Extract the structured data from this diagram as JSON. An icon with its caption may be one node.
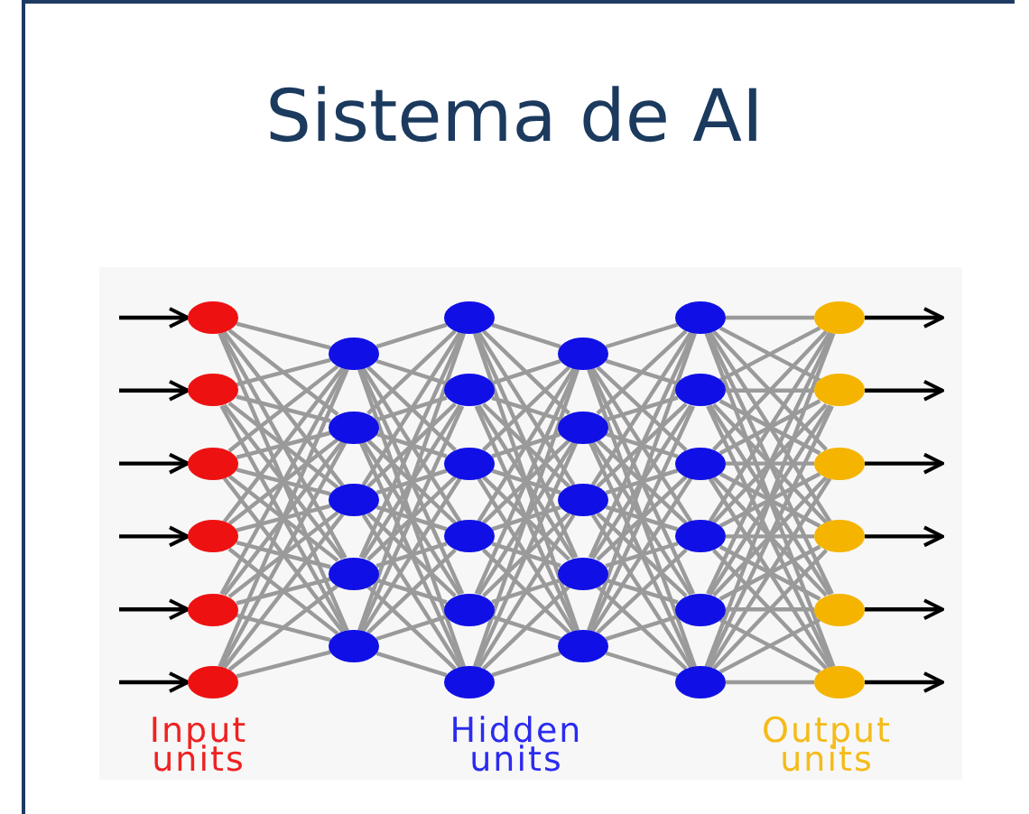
{
  "diagram": {
    "title": "Sistema de AI",
    "nodes": [
      {
        "text": [],
        "shape": "circle"
      },
      {
        "text": [],
        "shape": "circle"
      },
      {
        "text": [],
        "shape": "circle"
      },
      {
        "text": [],
        "shape": "circle"
      },
      {
        "text": [],
        "shape": "circle"
      },
      {
        "text": [],
        "shape": "circle"
      },
      {
        "text": [],
        "shape": "circle"
      },
      {
        "text": [],
        "shape": "circle"
      },
      {
        "text": [],
        "shape": "circle"
      },
      {
        "text": [],
        "shape": "circle"
      },
      {
        "text": [],
        "shape": "circle"
      },
      {
        "text": [],
        "shape": "circle"
      },
      {
        "text": [],
        "shape": "circle"
      },
      {
        "text": [],
        "shape": "circle"
      },
      {
        "text": [],
        "shape": "circle"
      },
      {
        "text": [],
        "shape": "circle"
      },
      {
        "text": [],
        "shape": "circle"
      },
      {
        "text": [],
        "shape": "circle"
      },
      {
        "text": [],
        "shape": "circle"
      },
      {
        "text": [],
        "shape": "circle"
      },
      {
        "text": [],
        "shape": "circle"
      },
      {
        "text": [],
        "shape": "circle"
      },
      {
        "text": [],
        "shape": "circle"
      },
      {
        "text": [],
        "shape": "circle"
      },
      {
        "text": [],
        "shape": "circle"
      },
      {
        "text": [],
        "shape": "circle"
      },
      {
        "text": [],
        "shape": "circle"
      },
      {
        "text": [],
        "shape": "circle"
      },
      {
        "text": [],
        "shape": "circle"
      },
      {
        "text": [],
        "shape": "circle"
      },
      {
        "text": [],
        "shape": "circle"
      },
      {
        "text": [],
        "shape": "circle"
      },
      {
        "text": [],
        "shape": "circle"
      },
      {
        "text": [],
        "shape": "circle"
      }
    ],
    "edges": [
      {
        "from": null,
        "to": 0,
        "arrow": "to",
        "color": "#000000"
      },
      {
        "from": null,
        "to": 1,
        "arrow": "to",
        "color": "#000000"
      },
      {
        "from": null,
        "to": 2,
        "arrow": "to",
        "color": "#000000"
      },
      {
        "from": null,
        "to": 3,
        "arrow": "to",
        "color": "#000000"
      },
      {
        "from": null,
        "to": 4,
        "arrow": "to",
        "color": "#000000"
      },
      {
        "from": null,
        "to": 5,
        "arrow": "to",
        "color": "#000000"
      },
      {
        "from": 0,
        "to": 6,
        "arrow": "none"
      },
      {
        "from": 0,
        "to": 7,
        "arrow": "none"
      },
      {
        "from": 0,
        "to": 8,
        "arrow": "none"
      },
      {
        "from": 0,
        "to": 9,
        "arrow": "none"
      },
      {
        "from": 0,
        "to": 10,
        "arrow": "none"
      },
      {
        "from": 1,
        "to": 6,
        "arrow": "none"
      },
      {
        "from": 1,
        "to": 7,
        "arrow": "none"
      },
      {
        "from": 1,
        "to": 8,
        "arrow": "none"
      },
      {
        "from": 1,
        "to": 9,
        "arrow": "none"
      },
      {
        "from": 1,
        "to": 10,
        "arrow": "none"
      },
      {
        "from": 2,
        "to": 6,
        "arrow": "none"
      },
      {
        "from": 2,
        "to": 7,
        "arrow": "none"
      },
      {
        "from": 2,
        "to": 8,
        "arrow": "none"
      },
      {
        "from": 2,
        "to": 9,
        "arrow": "none"
      },
      {
        "from": 2,
        "to": 10,
        "arrow": "none"
      },
      {
        "from": 3,
        "to": 6,
        "arrow": "none"
      },
      {
        "from": 3,
        "to": 7,
        "arrow": "none"
      },
      {
        "from": 3,
        "to": 8,
        "arrow": "none"
      },
      {
        "from": 3,
        "to": 9,
        "arrow": "none"
      },
      {
        "from": 3,
        "to": 10,
        "arrow": "none"
      },
      {
        "from": 4,
        "to": 6,
        "arrow": "none"
      },
      {
        "from": 4,
        "to": 7,
        "arrow": "none"
      },
      {
        "from": 4,
        "to": 8,
        "arrow": "none"
      },
      {
        "from": 4,
        "to": 9,
        "arrow": "none"
      },
      {
        "from": 4,
        "to": 10,
        "arrow": "none"
      },
      {
        "from": 5,
        "to": 6,
        "arrow": "none"
      },
      {
        "from": 5,
        "to": 7,
        "arrow": "none"
      },
      {
        "from": 5,
        "to": 8,
        "arrow": "none"
      },
      {
        "from": 5,
        "to": 9,
        "arrow": "none"
      },
      {
        "from": 5,
        "to": 10,
        "arrow": "none"
      },
      {
        "from": 6,
        "to": 11,
        "arrow": "none"
      },
      {
        "from": 6,
        "to": 12,
        "arrow": "none"
      },
      {
        "from": 6,
        "to": 13,
        "arrow": "none"
      },
      {
        "from": 6,
        "to": 14,
        "arrow": "none"
      },
      {
        "from": 6,
        "to": 15,
        "arrow": "none"
      },
      {
        "from": 6,
        "to": 16,
        "arrow": "none"
      },
      {
        "from": 7,
        "to": 11,
        "arrow": "none"
      },
      {
        "from": 7,
        "to": 12,
        "arrow": "none"
      },
      {
        "from": 7,
        "to": 13,
        "arrow": "none"
      },
      {
        "from": 7,
        "to": 14,
        "arrow": "none"
      },
      {
        "from": 7,
        "to": 15,
        "arrow": "none"
      },
      {
        "from": 7,
        "to": 16,
        "arrow": "none"
      },
      {
        "from": 8,
        "to": 11,
        "arrow": "none"
      },
      {
        "from": 8,
        "to": 12,
        "arrow": "none"
      },
      {
        "from": 8,
        "to": 13,
        "arrow": "none"
      },
      {
        "from": 8,
        "to": 14,
        "arrow": "none"
      },
      {
        "from": 8,
        "to": 15,
        "arrow": "none"
      },
      {
        "from": 8,
        "to": 16,
        "arrow": "none"
      },
      {
        "from": 9,
        "to": 11,
        "arrow": "none"
      },
      {
        "from": 9,
        "to": 12,
        "arrow": "none"
      },
      {
        "from": 9,
        "to": 13,
        "arrow": "none"
      },
      {
        "from": 9,
        "to": 14,
        "arrow": "none"
      },
      {
        "from": 9,
        "to": 15,
        "arrow": "none"
      },
      {
        "from": 9,
        "to": 16,
        "arrow": "none"
      },
      {
        "from": 10,
        "to": 11,
        "arrow": "none"
      },
      {
        "from": 10,
        "to": 12,
        "arrow": "none"
      },
      {
        "from": 10,
        "to": 13,
        "arrow": "none"
      },
      {
        "from": 10,
        "to": 14,
        "arrow": "none"
      },
      {
        "from": 10,
        "to": 15,
        "arrow": "none"
      },
      {
        "from": 10,
        "to": 16,
        "arrow": "none"
      },
      {
        "from": 11,
        "to": 17,
        "arrow": "none"
      },
      {
        "from": 11,
        "to": 18,
        "arrow": "none"
      },
      {
        "from": 11,
        "to": 19,
        "arrow": "none"
      },
      {
        "from": 11,
        "to": 20,
        "arrow": "none"
      },
      {
        "from": 11,
        "to": 21,
        "arrow": "none"
      },
      {
        "from": 12,
        "to": 17,
        "arrow": "none"
      },
      {
        "from": 12,
        "to": 18,
        "arrow": "none"
      },
      {
        "from": 12,
        "to": 19,
        "arrow": "none"
      },
      {
        "from": 12,
        "to": 20,
        "arrow": "none"
      },
      {
        "from": 12,
        "to": 21,
        "arrow": "none"
      },
      {
        "from": 13,
        "to": 17,
        "arrow": "none"
      },
      {
        "from": 13,
        "to": 18,
        "arrow": "none"
      },
      {
        "from": 13,
        "to": 19,
        "arrow": "none"
      },
      {
        "from": 13,
        "to": 20,
        "arrow": "none"
      },
      {
        "from": 13,
        "to": 21,
        "arrow": "none"
      },
      {
        "from": 14,
        "to": 17,
        "arrow": "none"
      },
      {
        "from": 14,
        "to": 18,
        "arrow": "none"
      },
      {
        "from": 14,
        "to": 19,
        "arrow": "none"
      },
      {
        "from": 14,
        "to": 20,
        "arrow": "none"
      },
      {
        "from": 14,
        "to": 21,
        "arrow": "none"
      },
      {
        "from": 15,
        "to": 17,
        "arrow": "none"
      },
      {
        "from": 15,
        "to": 18,
        "arrow": "none"
      },
      {
        "from": 15,
        "to": 19,
        "arrow": "none"
      },
      {
        "from": 15,
        "to": 20,
        "arrow": "none"
      },
      {
        "from": 15,
        "to": 21,
        "arrow": "none"
      },
      {
        "from": 16,
        "to": 17,
        "arrow": "none"
      },
      {
        "from": 16,
        "to": 18,
        "arrow": "none"
      },
      {
        "from": 16,
        "to": 19,
        "arrow": "none"
      },
      {
        "from": 16,
        "to": 20,
        "arrow": "none"
      },
      {
        "from": 16,
        "to": 21,
        "arrow": "none"
      },
      {
        "from": 17,
        "to": 22,
        "arrow": "none"
      },
      {
        "from": 17,
        "to": 23,
        "arrow": "none"
      },
      {
        "from": 17,
        "to": 24,
        "arrow": "none"
      },
      {
        "from": 17,
        "to": 25,
        "arrow": "none"
      },
      {
        "from": 17,
        "to": 26,
        "arrow": "none"
      },
      {
        "from": 17,
        "to": 27,
        "arrow": "none"
      },
      {
        "from": 18,
        "to": 22,
        "arrow": "none"
      },
      {
        "from": 18,
        "to": 23,
        "arrow": "none"
      },
      {
        "from": 18,
        "to": 24,
        "arrow": "none"
      },
      {
        "from": 18,
        "to": 25,
        "arrow": "none"
      },
      {
        "from": 18,
        "to": 26,
        "arrow": "none"
      },
      {
        "from": 18,
        "to": 27,
        "arrow": "none"
      },
      {
        "from": 19,
        "to": 22,
        "arrow": "none"
      },
      {
        "from": 19,
        "to": 23,
        "arrow": "none"
      },
      {
        "from": 19,
        "to": 24,
        "arrow": "none"
      },
      {
        "from": 19,
        "to": 25,
        "arrow": "none"
      },
      {
        "from": 19,
        "to": 26,
        "arrow": "none"
      },
      {
        "from": 19,
        "to": 27,
        "arrow": "none"
      },
      {
        "from": 20,
        "to": 22,
        "arrow": "none"
      },
      {
        "from": 20,
        "to": 23,
        "arrow": "none"
      },
      {
        "from": 20,
        "to": 24,
        "arrow": "none"
      },
      {
        "from": 20,
        "to": 25,
        "arrow": "none"
      },
      {
        "from": 20,
        "to": 26,
        "arrow": "none"
      },
      {
        "from": 20,
        "to": 27,
        "arrow": "none"
      },
      {
        "from": 21,
        "to": 22,
        "arrow": "none"
      },
      {
        "from": 21,
        "to": 23,
        "arrow": "none"
      },
      {
        "from": 21,
        "to": 24,
        "arrow": "none"
      },
      {
        "from": 21,
        "to": 25,
        "arrow": "none"
      },
      {
        "from": 21,
        "to": 26,
        "arrow": "none"
      },
      {
        "from": 21,
        "to": 27,
        "arrow": "none"
      },
      {
        "from": 22,
        "to": 28,
        "arrow": "none"
      },
      {
        "from": 22,
        "to": 29,
        "arrow": "none"
      },
      {
        "from": 22,
        "to": 30,
        "arrow": "none"
      },
      {
        "from": 22,
        "to": 31,
        "arrow": "none"
      },
      {
        "from": 22,
        "to": 32,
        "arrow": "none"
      },
      {
        "from": 22,
        "to": 33,
        "arrow": "none"
      },
      {
        "from": 23,
        "to": 28,
        "arrow": "none"
      },
      {
        "from": 23,
        "to": 29,
        "arrow": "none"
      },
      {
        "from": 23,
        "to": 30,
        "arrow": "none"
      },
      {
        "from": 23,
        "to": 31,
        "arrow": "none"
      },
      {
        "from": 23,
        "to": 32,
        "arrow": "none"
      },
      {
        "from": 23,
        "to": 33,
        "arrow": "none"
      },
      {
        "from": 24,
        "to": 28,
        "arrow": "none"
      },
      {
        "from": 24,
        "to": 29,
        "arrow": "none"
      },
      {
        "from": 24,
        "to": 30,
        "arrow": "none"
      },
      {
        "from": 24,
        "to": 31,
        "arrow": "none"
      },
      {
        "from": 24,
        "to": 32,
        "arrow": "none"
      },
      {
        "from": 24,
        "to": 33,
        "arrow": "none"
      },
      {
        "from": 25,
        "to": 28,
        "arrow": "none"
      },
      {
        "from": 25,
        "to": 29,
        "arrow": "none"
      },
      {
        "from": 25,
        "to": 30,
        "arrow": "none"
      },
      {
        "from": 25,
        "to": 31,
        "arrow": "none"
      },
      {
        "from": 25,
        "to": 32,
        "arrow": "none"
      },
      {
        "from": 25,
        "to": 33,
        "arrow": "none"
      },
      {
        "from": 26,
        "to": 28,
        "arrow": "none"
      },
      {
        "from": 26,
        "to": 29,
        "arrow": "none"
      },
      {
        "from": 26,
        "to": 30,
        "arrow": "none"
      },
      {
        "from": 26,
        "to": 31,
        "arrow": "none"
      },
      {
        "from": 26,
        "to": 32,
        "arrow": "none"
      },
      {
        "from": 26,
        "to": 33,
        "arrow": "none"
      },
      {
        "from": 27,
        "to": 28,
        "arrow": "none"
      },
      {
        "from": 27,
        "to": 29,
        "arrow": "none"
      },
      {
        "from": 27,
        "to": 30,
        "arrow": "none"
      },
      {
        "from": 27,
        "to": 31,
        "arrow": "none"
      },
      {
        "from": 27,
        "to": 32,
        "arrow": "none"
      },
      {
        "from": 27,
        "to": 33,
        "arrow": "none"
      },
      {
        "from": 28,
        "to": null,
        "arrow": "to",
        "color": "#000000"
      },
      {
        "from": 29,
        "to": null,
        "arrow": "to",
        "color": "#000000"
      },
      {
        "from": 30,
        "to": null,
        "arrow": "to",
        "color": "#000000"
      },
      {
        "from": 31,
        "to": null,
        "arrow": "to",
        "color": "#000000"
      },
      {
        "from": 32,
        "to": null,
        "arrow": "to",
        "color": "#000000"
      },
      {
        "from": 33,
        "to": null,
        "arrow": "to",
        "color": "#000000"
      }
    ],
    "labels": [
      "Input units",
      "Hidden units",
      "Output units"
    ]
  }
}
